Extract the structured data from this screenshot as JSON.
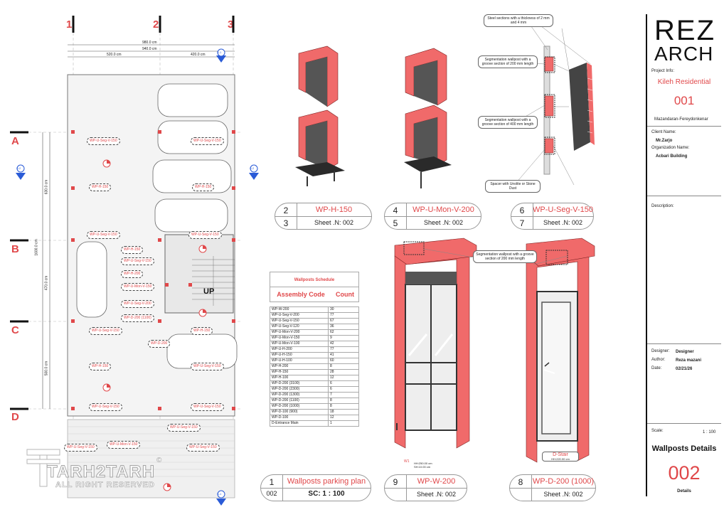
{
  "grid": {
    "columns": [
      "1",
      "2",
      "3"
    ],
    "rows": [
      "A",
      "B",
      "C",
      "D"
    ],
    "dims_top": [
      "980.0 cm",
      "940.0 cm",
      "520.0 cm",
      "420.0 cm"
    ],
    "dims_left": [
      "630.0 cm",
      "1600.0 cm",
      "470.0 cm",
      "500.0 cm"
    ],
    "section_markers": [
      "S-1",
      "S-2",
      "S-2",
      "S-1"
    ]
  },
  "plan_tags": [
    "WP-U-Seg-V-150",
    "WP-U-Seg-V-150",
    "WP-H-150",
    "WP-H-150",
    "WP-U-Seg-V-150",
    "WP-U-Seg-V-150",
    "WP-H-150",
    "WP-U-Seg-V-150",
    "WP-H-200",
    "WP-U-Mon-V-150",
    "WP-U-Seg-V-200",
    "WP-D-200 (1100)",
    "WP-U-Seg-V-150",
    "WP-H-150",
    "WP-U-Seg-V-150",
    "WP-D-200",
    "WP-H-150",
    "WP-U-Seg-V-150",
    "WP-U-Seg-V-150",
    "WP-U-Seg-V-150",
    "WP-U-Mon-V-150",
    "WP-U-Seg-V-150",
    "WP-U-Seg-V-150"
  ],
  "stair_label": "UP",
  "detail_notes": {
    "steel": "Steel sections with a thickness of 2 mm and 4 mm",
    "seg200": "Segmentation wallpost with a groove section of 200 mm length",
    "seg400": "Segmentation wallpost with a groove section of 400 mm length",
    "spacer": "Spacer with Unolite or Stone Dust",
    "seg200b": "Segmentation wallpost with a groove section of 200 mm length"
  },
  "pills": [
    {
      "num": "2",
      "title": "WP-H-150",
      "sub_num": "3",
      "sheet": "Sheet .N: 002"
    },
    {
      "num": "4",
      "title": "WP-U-Mon-V-200",
      "sub_num": "5",
      "sheet": "Sheet .N: 002"
    },
    {
      "num": "6",
      "title": "WP-U-Seg-V-150",
      "sub_num": "7",
      "sheet": "Sheet .N: 002"
    },
    {
      "num": "1",
      "title": "Wallposts parking plan",
      "sub_num": "002",
      "sheet": "SC: 1 : 100"
    },
    {
      "num": "9",
      "title": "WP-W-200",
      "sub_num": "",
      "sheet": "Sheet .N: 002"
    },
    {
      "num": "8",
      "title": "WP-D-200 (1000)",
      "sub_num": "",
      "sheet": "Sheet .N: 002"
    }
  ],
  "door_labels": {
    "w1": "W1",
    "w1_sub": "HH:250.00 cm\nSH:10.00 cm",
    "dstair": "D-Stair",
    "dstair_sub": "HH:220.00 cm"
  },
  "schedule": {
    "title": "Wallposts Schedule",
    "headers": [
      "Assembly Code",
      "Count"
    ],
    "rows": [
      [
        "WP-W-200",
        "30"
      ],
      [
        "WP-U-Seg-V-200",
        "77"
      ],
      [
        "WP-U-Seg-V-150",
        "67"
      ],
      [
        "WP-U-Seg-V-120",
        "36"
      ],
      [
        "WP-U-Mon-V-200",
        "62"
      ],
      [
        "WP-U-Mon-V-150",
        "9"
      ],
      [
        "WP-U-Mon-V-100",
        "42"
      ],
      [
        "WP-U-H-200",
        "77"
      ],
      [
        "WP-U-H-150",
        "41"
      ],
      [
        "WP-U-H-100",
        "60"
      ],
      [
        "WP-H-200",
        "8"
      ],
      [
        "WP-H-150",
        "28"
      ],
      [
        "WP-H-100",
        "12"
      ],
      [
        "WP-D-200 (3100)",
        "6"
      ],
      [
        "WP-D-200 (2300)",
        "6"
      ],
      [
        "WP-D-200 (1300)",
        "7"
      ],
      [
        "WP-D-200 (1100)",
        "8"
      ],
      [
        "WP-D-200 (1000)",
        "8"
      ],
      [
        "WP-D-100 (900)",
        "18"
      ],
      [
        "WP-D-100",
        "12"
      ],
      [
        "D-Entrance Main",
        "1"
      ]
    ]
  },
  "title_block": {
    "logo_line1": "REZ",
    "logo_line2": "ARCH",
    "project_info_label": "Project Info:",
    "project_name": "Kileh Residential",
    "project_number": "001",
    "location": "Mazandaran-Fereydonkenar",
    "client_label": "Client Name:",
    "client": "Mr.Zarjo",
    "org_label": "Organization Name:",
    "org": "Acbari Building",
    "desc_label": "Description:",
    "designer_label": "Designer:",
    "designer": "Designer",
    "author_label": "Author:",
    "author": "Reza mazani",
    "date_label": "Date:",
    "date": "02/21/26",
    "scale_label": "Scale:",
    "scale": "1 : 100",
    "sheet_title": "Wallposts Details",
    "sheet_number": "002",
    "sheet_sub": "Details"
  },
  "watermark": {
    "line1": "TARH2TARH",
    "line2": "ALL RIGHT RESERVED",
    "mark": "©"
  },
  "colors": {
    "accent": "#e0484a",
    "steel": "#f06a6a",
    "dark": "#3a3a3a"
  }
}
